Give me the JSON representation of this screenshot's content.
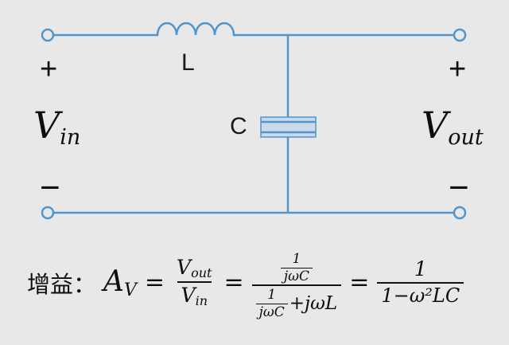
{
  "colors": {
    "background": "#e8e8e8",
    "wire": "#4f96ce",
    "capacitor_fill": "#ccd9e9",
    "ink": "#111111"
  },
  "circuit": {
    "inductor_label": "L",
    "capacitor_label": "C",
    "left_plus": "+",
    "left_minus": "−",
    "right_plus": "+",
    "right_minus": "−",
    "vin_main": "V",
    "vin_sub": "in",
    "vout_main": "V",
    "vout_sub": "out"
  },
  "formula": {
    "gain_prefix": "增益：",
    "gain_symbol_main": "A",
    "gain_symbol_sub": "V",
    "equals": "=",
    "ratio_num_main": "V",
    "ratio_num_sub": "out",
    "ratio_den_main": "V",
    "ratio_den_sub": "in",
    "impedance_num_top": "1",
    "impedance_num_bottom": "jωC",
    "impedance_den_top": "1",
    "impedance_den_bottom": "jωC",
    "impedance_den_extra": "+jωL",
    "result_num": "1",
    "result_den": "1−ω²LC"
  }
}
